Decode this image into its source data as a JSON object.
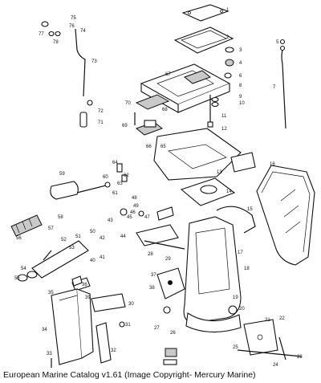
{
  "caption": "European Marine Catalog v1.61 (Image Copyright- Mercury Marine)",
  "part_numbers": [
    "1",
    "2",
    "3",
    "4",
    "5",
    "6",
    "7",
    "8",
    "9",
    "10",
    "11",
    "12",
    "13",
    "14",
    "15",
    "16",
    "17",
    "18",
    "19",
    "20",
    "21",
    "22",
    "23",
    "24",
    "25",
    "26",
    "27",
    "28",
    "29",
    "30",
    "31",
    "32",
    "33",
    "34",
    "35",
    "36",
    "37",
    "38",
    "39",
    "40",
    "41",
    "42",
    "43",
    "44",
    "45",
    "46",
    "47",
    "48",
    "49",
    "50",
    "51",
    "52",
    "53",
    "54",
    "55",
    "56",
    "57",
    "58",
    "59",
    "60",
    "61",
    "62",
    "63",
    "64",
    "65",
    "66",
    "67",
    "68",
    "69",
    "70",
    "71",
    "72",
    "73",
    "74",
    "75",
    "76",
    "77",
    "78"
  ]
}
